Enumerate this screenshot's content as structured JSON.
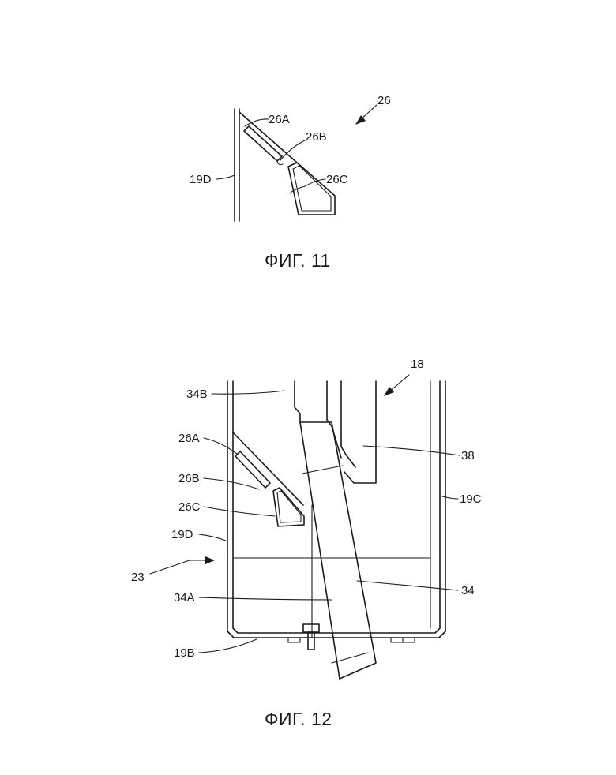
{
  "figure11": {
    "caption": "ФИГ. 11",
    "labels": {
      "assembly": "26",
      "part_a": "26A",
      "part_b": "26B",
      "part_c": "26C",
      "wall": "19D"
    }
  },
  "figure12": {
    "caption": "ФИГ. 12",
    "labels": {
      "container": "18",
      "upper_portion": "34B",
      "part_a": "26A",
      "part_b": "26B",
      "part_c": "26C",
      "wall_d": "19D",
      "flow": "23",
      "lower_portion": "34A",
      "bottom": "19B",
      "insert": "38",
      "wall_c": "19C",
      "chute": "34"
    }
  }
}
